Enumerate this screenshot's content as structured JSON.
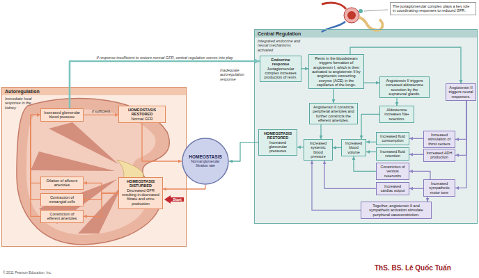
{
  "diagram": {
    "nodes": [
      {
        "text": [
          "The juxtaglomerular complex plays a key role in coordinating responses to reduced GFR."
        ]
      },
      {
        "text": [
          "Autoregulation",
          "Immediate local response in the kidney"
        ]
      },
      {
        "text": [
          "Increased glomerular blood pressure"
        ],
        "in": 1
      },
      {
        "text": [
          "HOMEOSTASIS RESTORED",
          "Normal GFR"
        ],
        "in": 1
      },
      {
        "text": [
          "Dilation of afferent arterioles"
        ],
        "in": 1
      },
      {
        "text": [
          "Contraction of mesangial cells"
        ],
        "in": 1
      },
      {
        "text": [
          "Constriction of efferent arterioles"
        ],
        "in": 1
      },
      {
        "text": [
          "HOMEOSTASIS DISTURBED",
          "Decreased GFR resulting in decreased filtrate and urine production"
        ],
        "in": 1
      },
      {
        "text": [
          "Start"
        ],
        "in": 1
      },
      {
        "text": [
          "HOMEOSTASIS",
          "Normal glomerular filtration rate"
        ]
      },
      {
        "text": [
          "Central Regulation",
          "Integrated endocrine and neural mechanisms activated"
        ]
      },
      {
        "text": [
          "Endocrine response",
          "Juxtaglomerular complex increases production of renin."
        ],
        "in": 10
      },
      {
        "text": [
          "Renin in the bloodstream triggers formation of angiotensin I, which is then activated to angiotensin II by angiotensin converting enzyme (ACE) in the capillaries of the lungs."
        ],
        "in": 10
      },
      {
        "text": [
          "Angiotensin II constricts peripheral arterioles and further constricts the efferent arterioles."
        ],
        "in": 10
      },
      {
        "text": [
          "Angiotensin II triggers increased aldosterone secretion by the suprarenal glands."
        ],
        "in": 10
      },
      {
        "text": [
          "Angiotensin II triggers neural responses."
        ],
        "in": 10
      },
      {
        "text": [
          "HOMEOSTASIS RESTORED",
          "Increased glomerular pressures"
        ],
        "in": 10
      },
      {
        "text": [
          "Increased systemic blood pressure"
        ],
        "in": 10
      },
      {
        "text": [
          "Increased blood volume"
        ],
        "in": 10
      },
      {
        "text": [
          "Aldosterone increases Na+ retention."
        ],
        "in": 10
      },
      {
        "text": [
          "Increased fluid consumption"
        ],
        "in": 10
      },
      {
        "text": [
          "Increased fluid retention"
        ],
        "in": 10
      },
      {
        "text": [
          "Constriction of venous reservoirs"
        ],
        "in": 10
      },
      {
        "text": [
          "Increased cardiac output"
        ],
        "in": 10
      },
      {
        "text": [
          "Together, angiotensin II and sympathetic activation stimulate peripheral vasoconstriction."
        ],
        "in": 10
      },
      {
        "text": [
          "Increased stimulation of thirst centers"
        ],
        "in": 10
      },
      {
        "text": [
          "Increased ADH production"
        ],
        "in": 10
      },
      {
        "text": [
          "Increased sympathetic motor tone"
        ],
        "in": 10
      }
    ],
    "edges": [
      {
        "from": 7,
        "to": 4,
        "arrow": "to"
      },
      {
        "from": 7,
        "to": 5,
        "arrow": "to"
      },
      {
        "from": 7,
        "to": 6,
        "arrow": "to"
      },
      {
        "from": 4,
        "to": 2,
        "arrow": "to"
      },
      {
        "from": 5,
        "to": 2,
        "arrow": "to"
      },
      {
        "from": 6,
        "to": 2,
        "arrow": "to"
      },
      {
        "from": 2,
        "to": 3,
        "label": "if sufficient",
        "arrow": "to"
      },
      {
        "from": 3,
        "to": 9,
        "arrow": "to"
      },
      {
        "from": 9,
        "to": 7,
        "arrow": "to"
      },
      {
        "from": 2,
        "to": 11,
        "label": "If response insufficient to restore normal GFR, central regulation comes into play",
        "arrow": "to"
      },
      {
        "from": 11,
        "to": 12,
        "arrow": "to"
      },
      {
        "from": 12,
        "to": 13,
        "arrow": "to"
      },
      {
        "from": 12,
        "to": 14,
        "arrow": "to"
      },
      {
        "from": 12,
        "to": 15,
        "arrow": "to"
      },
      {
        "from": 14,
        "to": 19,
        "arrow": "to"
      },
      {
        "from": 13,
        "to": 17,
        "arrow": "to"
      },
      {
        "from": 19,
        "to": 18,
        "arrow": "to"
      },
      {
        "from": 20,
        "to": 18,
        "arrow": "to"
      },
      {
        "from": 21,
        "to": 18,
        "arrow": "to"
      },
      {
        "from": 22,
        "to": 18,
        "arrow": "to"
      },
      {
        "from": 15,
        "to": 25,
        "arrow": "to"
      },
      {
        "from": 15,
        "to": 26,
        "arrow": "to"
      },
      {
        "from": 15,
        "to": 27,
        "arrow": "to"
      },
      {
        "from": 25,
        "to": 20,
        "arrow": "to"
      },
      {
        "from": 26,
        "to": 21,
        "arrow": "to"
      },
      {
        "from": 27,
        "to": 22,
        "arrow": "to"
      },
      {
        "from": 27,
        "to": 23,
        "arrow": "to"
      },
      {
        "from": 27,
        "to": 24,
        "arrow": "to"
      },
      {
        "from": 23,
        "to": 17,
        "arrow": "to"
      },
      {
        "from": 24,
        "to": 17,
        "arrow": "to"
      },
      {
        "from": 18,
        "to": 17,
        "arrow": "to"
      },
      {
        "from": 17,
        "to": 16,
        "arrow": "to"
      },
      {
        "from": 16,
        "to": 9,
        "arrow": "to"
      }
    ],
    "labels": [
      "Inadequate autoregulation response",
      "© 2011 Pearson Education, Inc.",
      "ThS. BS. Lê Quốc Tuấn"
    ]
  }
}
